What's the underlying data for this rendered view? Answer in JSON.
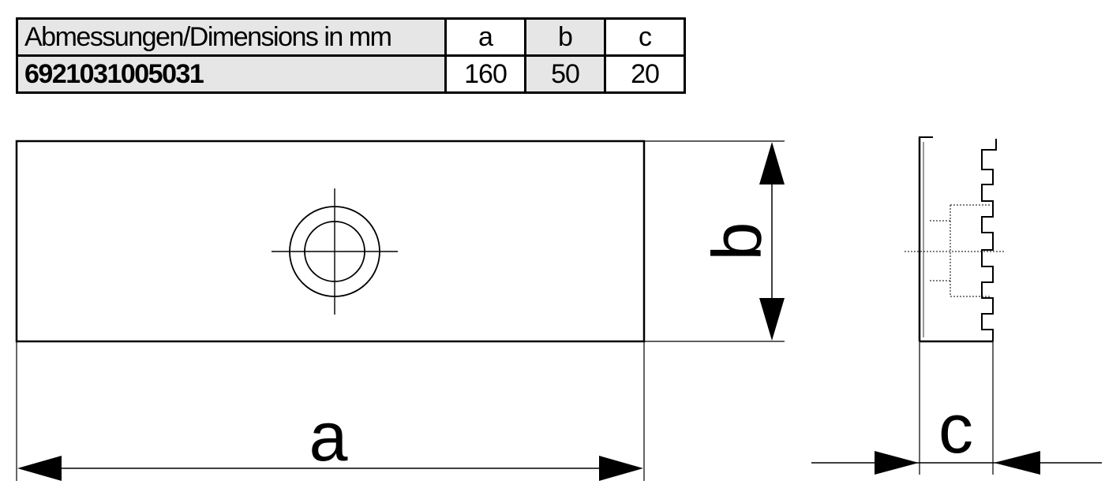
{
  "table": {
    "header_label": "Abmessungen/Dimensions in mm",
    "columns": [
      "a",
      "b",
      "c"
    ],
    "part_number": "6921031005031",
    "values": [
      "160",
      "50",
      "20"
    ]
  },
  "drawing": {
    "dimension_labels": {
      "a": "a",
      "b": "b",
      "c": "c"
    }
  }
}
